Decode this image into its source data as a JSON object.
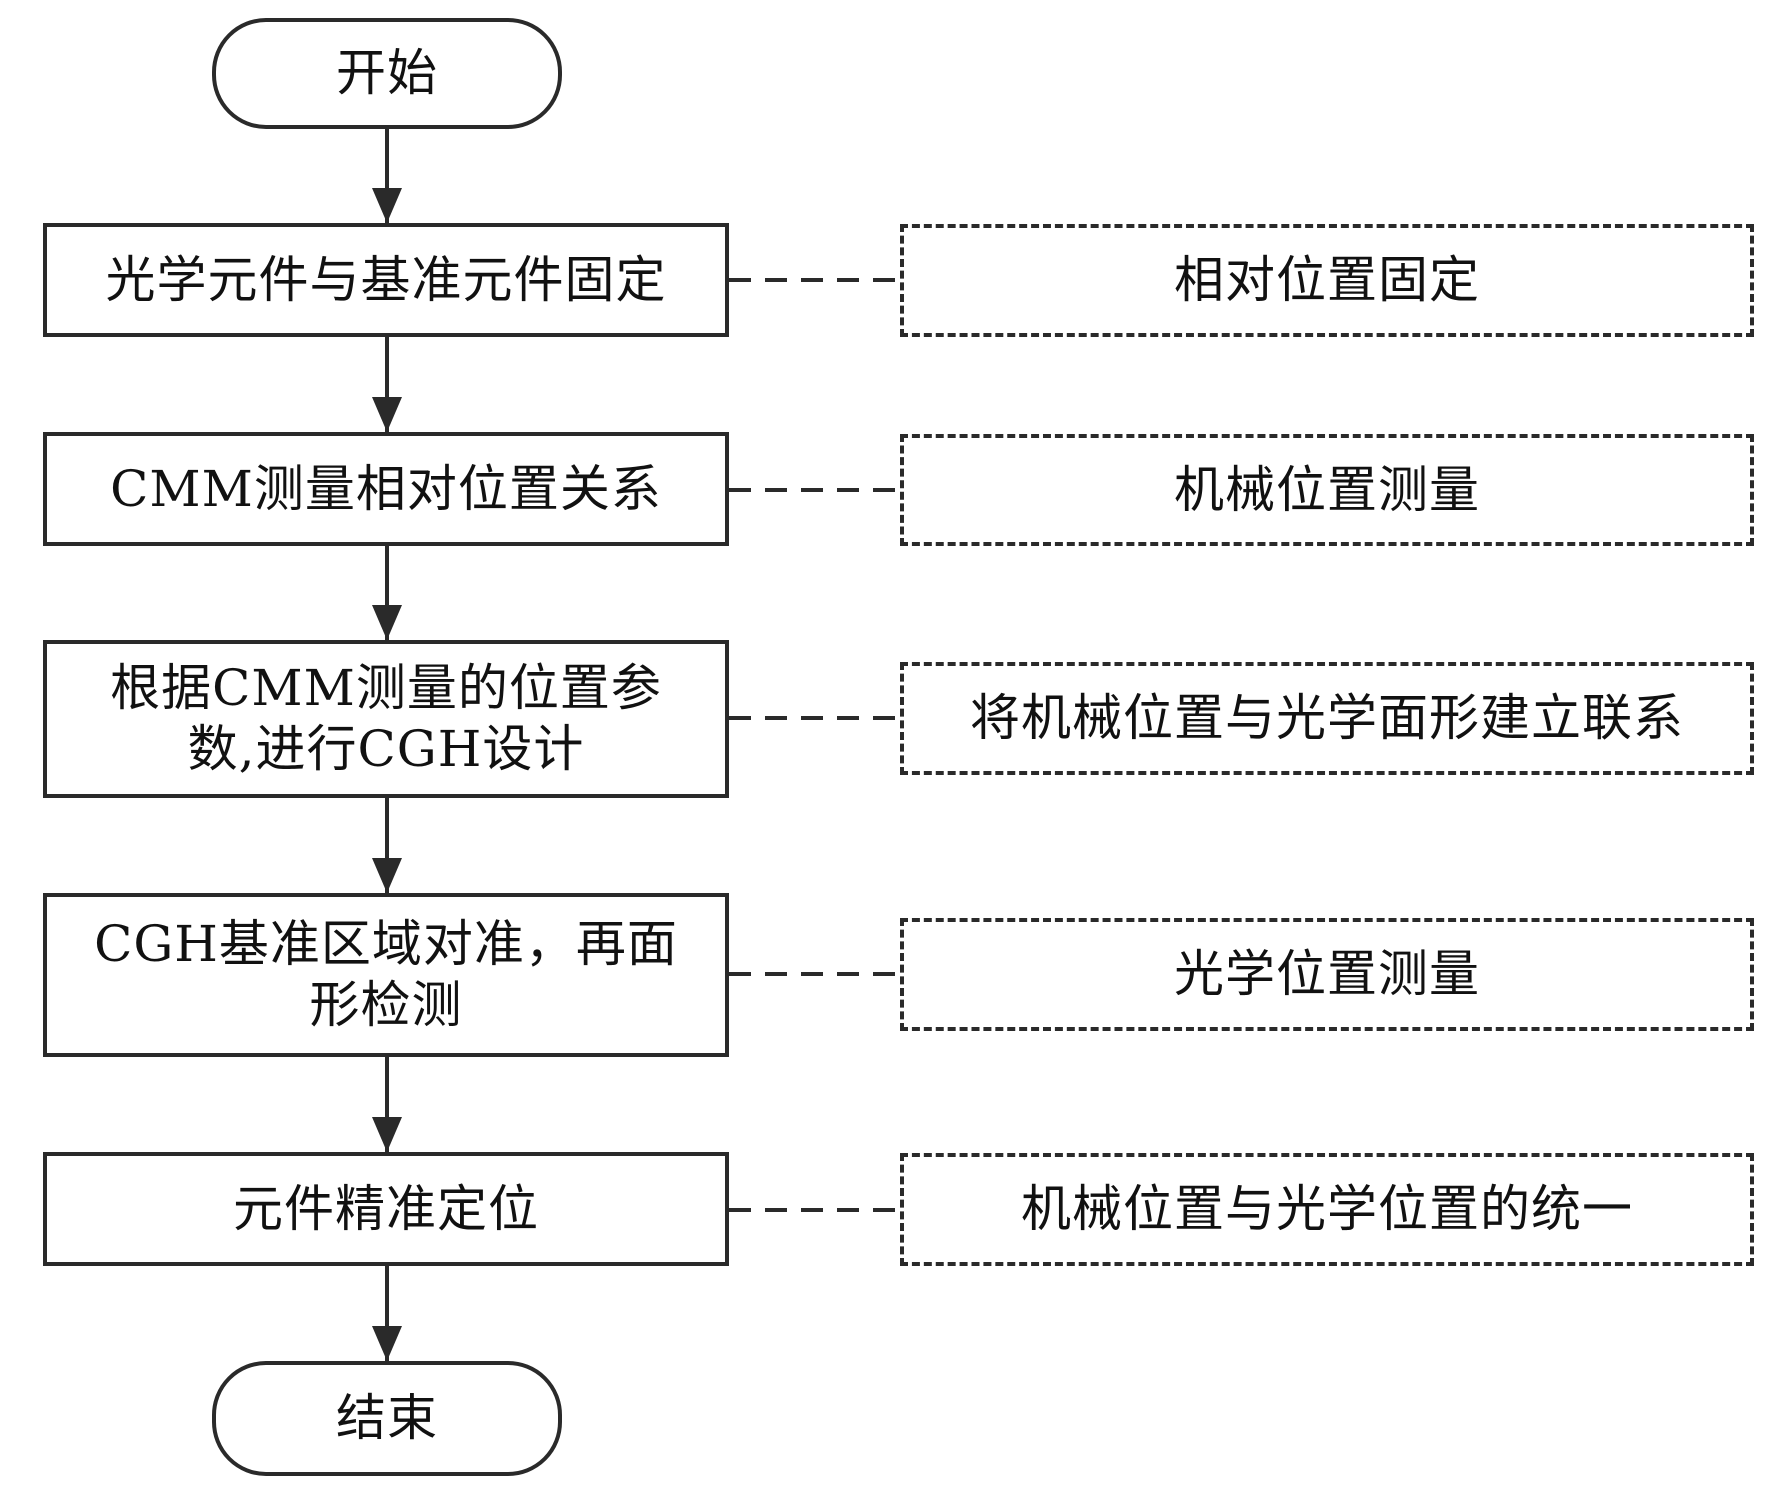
{
  "start": {
    "label": "开始"
  },
  "steps": [
    {
      "lines": [
        "光学元件与基准元件固定"
      ]
    },
    {
      "lines": [
        "CMM测量相对位置关系"
      ]
    },
    {
      "lines": [
        "根据CMM测量的位置参",
        "数,进行CGH设计"
      ]
    },
    {
      "lines": [
        "CGH基准区域对准，再面",
        "形检测"
      ]
    },
    {
      "lines": [
        "元件精准定位"
      ]
    }
  ],
  "notes": [
    {
      "label": "相对位置固定"
    },
    {
      "label": "机械位置测量"
    },
    {
      "label": "将机械位置与光学面形建立联系"
    },
    {
      "label": "光学位置测量"
    },
    {
      "label": "机械位置与光学位置的统一"
    }
  ],
  "end": {
    "label": "结束"
  },
  "colors": {
    "stroke": "#2a2a2a",
    "text": "#111111",
    "background": "#ffffff"
  }
}
